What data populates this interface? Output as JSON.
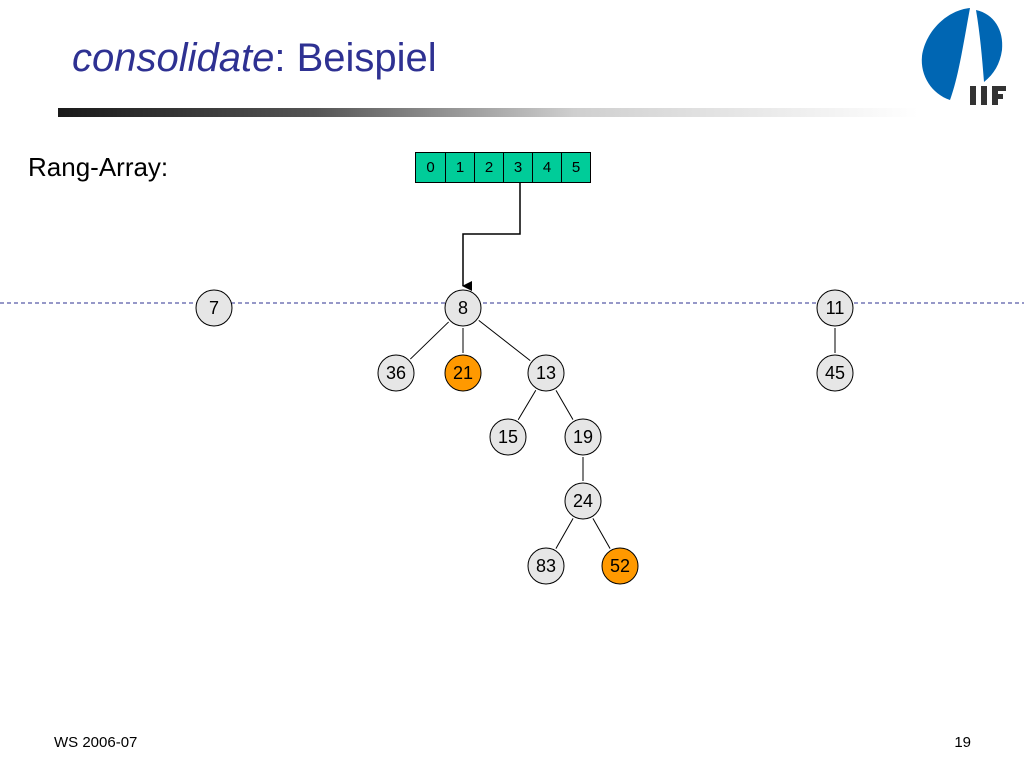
{
  "slide": {
    "title_keyword": "consolidate",
    "title_rest": ": Beispiel",
    "rank_array_label": "Rang-Array:",
    "footer_left": "WS 2006-07",
    "page_number": "19",
    "logo_text": "IIF"
  },
  "rank_array": {
    "cells": [
      "0",
      "1",
      "2",
      "3",
      "4",
      "5"
    ],
    "fill_color": "#00cc99",
    "pointer_from_cell": 3,
    "pointer_to_node": "8"
  },
  "colors": {
    "title": "#2e3192",
    "root_list_line": "#2e3192",
    "node_default": "#e6e6e6",
    "node_highlight": "#ff9900",
    "logo_blue": "#0066b3"
  },
  "tree": {
    "roots": [
      "7",
      "8",
      "11"
    ],
    "nodes": [
      {
        "key": "7",
        "highlight": false
      },
      {
        "key": "8",
        "highlight": false
      },
      {
        "key": "11",
        "highlight": false
      },
      {
        "key": "36",
        "highlight": false
      },
      {
        "key": "21",
        "highlight": true
      },
      {
        "key": "13",
        "highlight": false
      },
      {
        "key": "45",
        "highlight": false
      },
      {
        "key": "15",
        "highlight": false
      },
      {
        "key": "19",
        "highlight": false
      },
      {
        "key": "24",
        "highlight": false
      },
      {
        "key": "83",
        "highlight": false
      },
      {
        "key": "52",
        "highlight": true
      }
    ],
    "edges": [
      [
        "8",
        "36"
      ],
      [
        "8",
        "21"
      ],
      [
        "8",
        "13"
      ],
      [
        "11",
        "45"
      ],
      [
        "13",
        "15"
      ],
      [
        "13",
        "19"
      ],
      [
        "19",
        "24"
      ],
      [
        "24",
        "83"
      ],
      [
        "24",
        "52"
      ]
    ]
  }
}
